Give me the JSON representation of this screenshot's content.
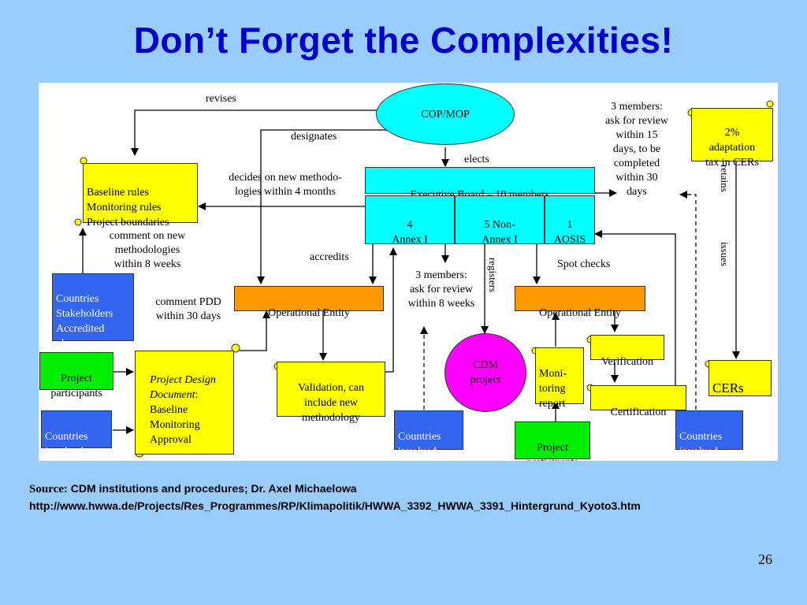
{
  "title": "Don’t Forget the Complexities!",
  "diagram": {
    "nodes": {
      "cop_mop": "COP/MOP",
      "executive_board": "Executive Board – 10 members",
      "eb_annex1": "4\nAnnex I",
      "eb_nonannex": "5 Non-\nAnnex I",
      "eb_aosis": "1\nAOSIS",
      "baseline_rules": "Baseline rules\nMonitoring rules\nProject boundaries",
      "countries_stakeholders": "Countries\nStakeholders\nAccredited\nobservers",
      "project_participants_left": "Project\nparticipants",
      "countries_involved_left": "Countries\ninvolved",
      "pdd_title": "Project Design\nDocument",
      "pdd_colon": ":",
      "pdd_body": "Baseline\nMonitoring\nApproval",
      "operational_entity_left": "Operational Entity",
      "validation": "Validation, can\ninclude new\nmethodology",
      "countries_involved_mid": "Countries\ninvolved",
      "cdm_project": "CDM\nproject",
      "operational_entity_right": "Operational Entity",
      "monitoring_report": "Moni-\ntoring\nreport",
      "verification": "Verification",
      "certification": "Certification",
      "project_participants_right": "Project\nparticipants",
      "adaptation_tax": "2%\nadaptation\ntax in CERs",
      "cers": "CERs",
      "countries_involved_right": "Countries\ninvolved"
    },
    "labels": {
      "revises": "revises",
      "designates": "designates",
      "elects": "elects",
      "decides": "decides on new methodo-\nlogies within 4 months",
      "comment_methodologies": "comment on new\nmethodologies\nwithin 8 weeks",
      "accredits": "accredits",
      "three_members_8weeks": "3 members:\nask for review\nwithin 8 weeks",
      "registers": "registers",
      "spot_checks": "Spot checks",
      "comment_pdd": "comment PDD\nwithin 30 days",
      "three_members_15days": "3 members:\nask for review\nwithin 15\ndays, to be\ncompleted\nwithin 30\ndays",
      "retains": "retains",
      "issues": "issues"
    }
  },
  "source": {
    "label": "Source:",
    "text": " CDM institutions and procedures; Dr. Axel Michaelowa",
    "url": "http://www.hwwa.de/Projects/Res_Programmes/RP/Klimapolitik/HWWA_3392_HWWA_3391_Hintergrund_Kyoto3.htm"
  },
  "page_number": "26",
  "colors": {
    "background": "#99ccff",
    "title": "#0000cc",
    "cyan": "#00ffff",
    "blue": "#3366ee",
    "green": "#00ee00",
    "orange": "#ff9900",
    "yellow": "#ffff00",
    "magenta": "#ff00ff"
  }
}
